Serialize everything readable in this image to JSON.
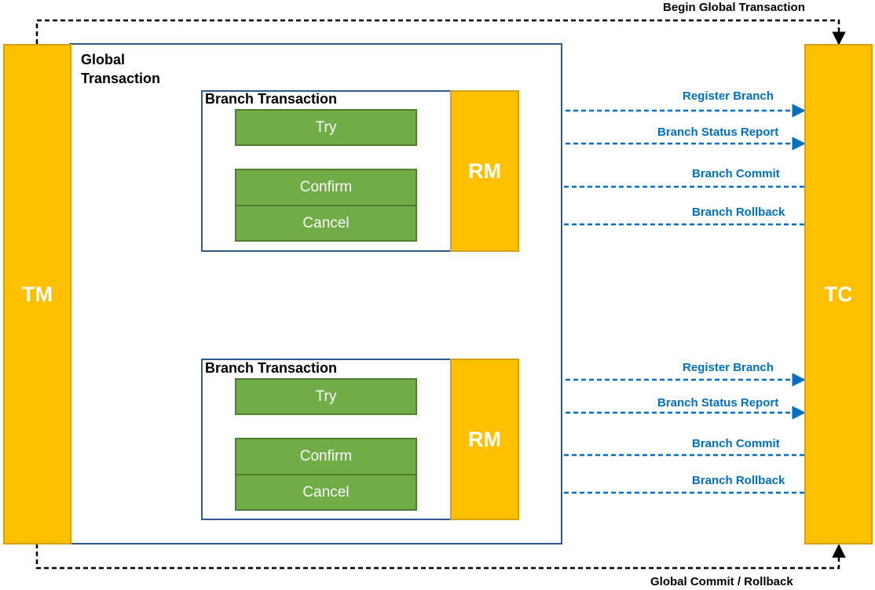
{
  "diagram": {
    "tm_label": "TM",
    "tc_label": "TC",
    "global_transaction_label": "Global\nTransaction",
    "begin_label": "Begin Global Transaction",
    "end_label": "Global Commit / Rollback",
    "branches": [
      {
        "title": "Branch Transaction",
        "try_label": "Try",
        "confirm_label": "Confirm",
        "cancel_label": "Cancel",
        "rm_label": "RM",
        "register_label": "Register Branch",
        "status_label": "Branch Status Report",
        "commit_label": "Branch Commit",
        "rollback_label": "Branch Rollback"
      },
      {
        "title": "Branch Transaction",
        "try_label": "Try",
        "confirm_label": "Confirm",
        "cancel_label": "Cancel",
        "rm_label": "RM",
        "register_label": "Register Branch",
        "status_label": "Branch Status Report",
        "commit_label": "Branch Commit",
        "rollback_label": "Branch Rollback"
      }
    ],
    "colors": {
      "pillar": "#FFC000",
      "green": "#70AD47",
      "frame": "#2E5A8E",
      "arrow": "#0070C0",
      "flow": "#000000"
    }
  }
}
